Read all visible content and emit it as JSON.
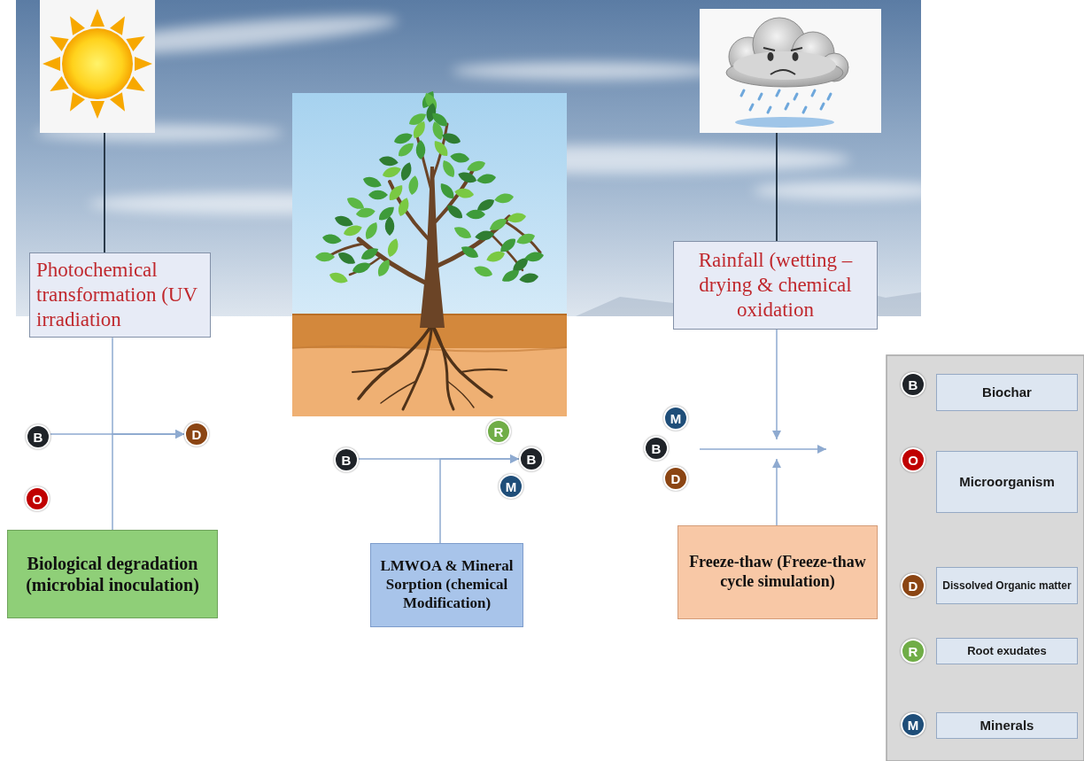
{
  "diagram": {
    "nodes": [
      {
        "text": [
          "Photochemical transformation (UV irradiation"
        ]
      },
      {
        "text": [
          "Rainfall (wetting – drying & chemical oxidation"
        ]
      },
      {
        "text": [
          "B"
        ]
      },
      {
        "text": [
          "D"
        ]
      },
      {
        "text": [
          "O"
        ]
      },
      {
        "text": [
          "B"
        ]
      },
      {
        "text": [
          "R"
        ]
      },
      {
        "text": [
          "B"
        ]
      },
      {
        "text": [
          "M"
        ]
      },
      {
        "text": [
          "M"
        ]
      },
      {
        "text": [
          "B"
        ]
      },
      {
        "text": [
          "D"
        ]
      },
      {
        "text": [
          "Biological degradation (microbial inoculation)"
        ]
      },
      {
        "text": [
          "LMWOA & Mineral Sorption (chemical Modification)"
        ]
      },
      {
        "text": [
          "Freeze-thaw (Freeze-thaw cycle simulation)"
        ]
      }
    ],
    "edges": [
      {
        "from": 2,
        "to": 3,
        "arrow": "to"
      },
      {
        "from": 0,
        "to": 3,
        "arrow": "to"
      },
      {
        "from": 12,
        "to": 3,
        "arrow": "to"
      },
      {
        "from": 5,
        "to": 7,
        "arrow": "to"
      },
      {
        "from": 13,
        "to": 7,
        "arrow": "to"
      }
    ],
    "labels": [
      "B",
      "O",
      "D",
      "R",
      "M"
    ],
    "legend": [
      {
        "text": "Biochar",
        "color": "#1f2328"
      },
      {
        "text": "Microorganism",
        "color": "#c00000"
      },
      {
        "text": "Dissolved Organic matter",
        "color": "#8b4513"
      },
      {
        "text": "Root exudates",
        "color": "#70ad47"
      },
      {
        "text": "Minerals",
        "color": "#1f4e79"
      }
    ]
  }
}
